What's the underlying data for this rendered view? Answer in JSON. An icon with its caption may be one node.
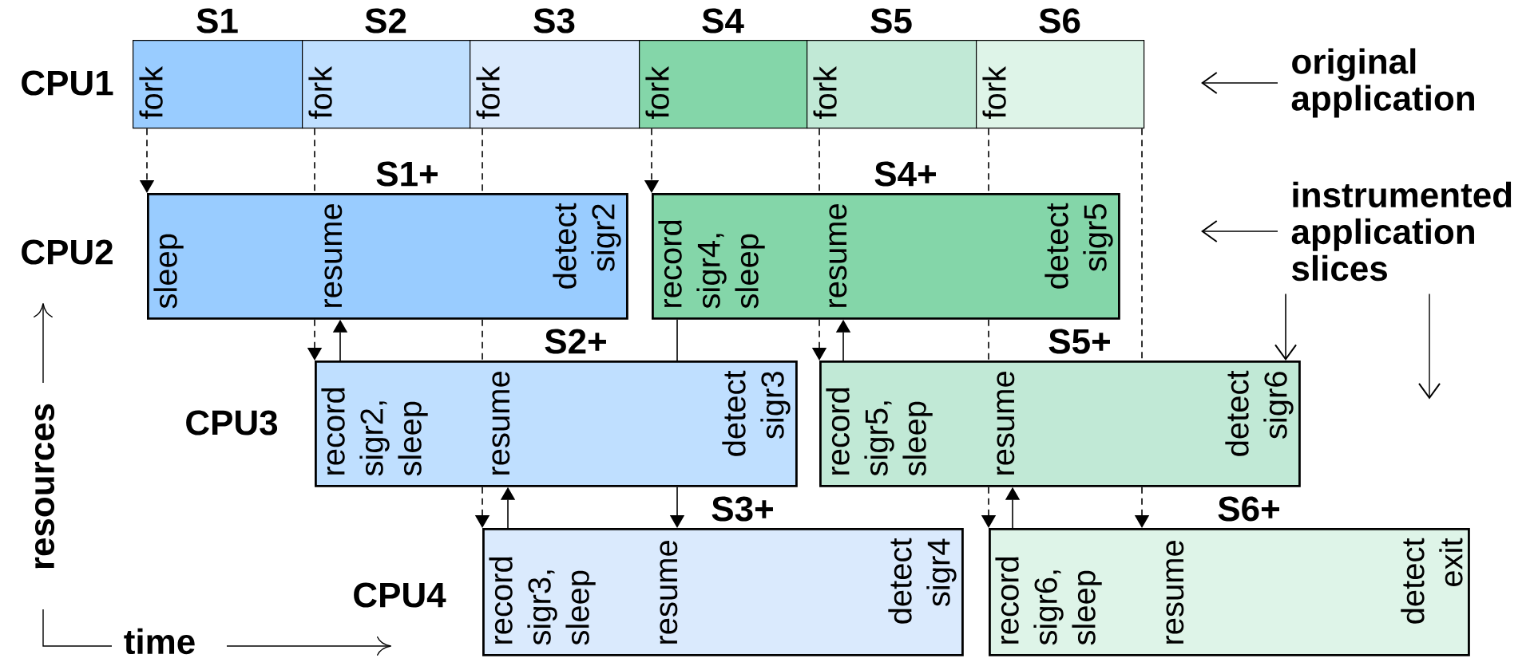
{
  "diagram": {
    "nodes": [
      {
        "text": [
          "S1",
          "fork"
        ]
      },
      {
        "text": [
          "S2",
          "fork"
        ]
      },
      {
        "text": [
          "S3",
          "fork"
        ]
      },
      {
        "text": [
          "S4",
          "fork"
        ]
      },
      {
        "text": [
          "S5",
          "fork"
        ]
      },
      {
        "text": [
          "S6",
          "fork"
        ]
      },
      {
        "text": [
          "S1+",
          "sleep",
          "resume",
          "detect sigr2"
        ]
      },
      {
        "text": [
          "S2+",
          "record sigr2, sleep",
          "resume",
          "detect sigr3"
        ]
      },
      {
        "text": [
          "S3+",
          "record sigr3, sleep",
          "resume",
          "detect sigr4"
        ]
      },
      {
        "text": [
          "S4+",
          "record sigr4, sleep",
          "resume",
          "detect sigr5"
        ]
      },
      {
        "text": [
          "S5+",
          "record sigr5, sleep",
          "resume",
          "detect sigr6"
        ]
      },
      {
        "text": [
          "S6+",
          "record sigr6, sleep",
          "resume",
          "detect exit"
        ]
      },
      {
        "text": [
          "original application"
        ]
      },
      {
        "text": [
          "instrumented application slices"
        ]
      }
    ],
    "edges": [
      {
        "from": 0,
        "to": 6,
        "arrow": "to",
        "style": "dashed"
      },
      {
        "from": 1,
        "to": 6,
        "arrow": "none",
        "style": "dashed"
      },
      {
        "from": 6,
        "to": 7,
        "arrow": "to",
        "style": "dashed"
      },
      {
        "from": 2,
        "to": 6,
        "arrow": "none",
        "style": "dashed"
      },
      {
        "from": 6,
        "to": 7,
        "arrow": "none",
        "style": "dashed"
      },
      {
        "from": 7,
        "to": 8,
        "arrow": "to",
        "style": "dashed"
      },
      {
        "from": 3,
        "to": 9,
        "arrow": "to",
        "style": "dashed"
      },
      {
        "from": 4,
        "to": 9,
        "arrow": "none",
        "style": "dashed"
      },
      {
        "from": 9,
        "to": 10,
        "arrow": "to",
        "style": "dashed"
      },
      {
        "from": 5,
        "to": 9,
        "arrow": "none",
        "style": "dashed"
      },
      {
        "from": 9,
        "to": 10,
        "arrow": "none",
        "style": "dashed"
      },
      {
        "from": 10,
        "to": 11,
        "arrow": "to",
        "style": "dashed"
      },
      {
        "from": 7,
        "to": 6,
        "arrow": "to"
      },
      {
        "from": 8,
        "to": 7,
        "arrow": "to"
      },
      {
        "from": 10,
        "to": 9,
        "arrow": "to"
      },
      {
        "from": 11,
        "to": 10,
        "arrow": "to"
      },
      {
        "from": 9,
        "to": 7,
        "arrow": "none"
      },
      {
        "from": 7,
        "to": 8,
        "arrow": "to"
      },
      {
        "from": 5,
        "to": 10,
        "arrow": "none",
        "style": "dashed"
      },
      {
        "from": 10,
        "to": 11,
        "arrow": "to",
        "style": "dashed"
      },
      {
        "from": 12,
        "to": null,
        "arrow": "to"
      },
      {
        "from": 13,
        "to": null,
        "arrow": "to"
      },
      {
        "from": 13,
        "to": 10,
        "arrow": "to"
      },
      {
        "from": 13,
        "to": null,
        "arrow": "to"
      }
    ],
    "labels": [
      "CPU1",
      "CPU2",
      "CPU3",
      "CPU4",
      "resources",
      "time"
    ]
  }
}
